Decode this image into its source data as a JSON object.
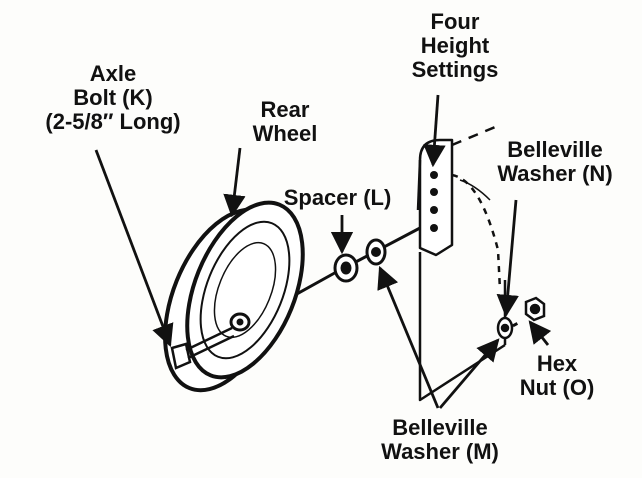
{
  "labels": {
    "axle_bolt": [
      "Axle",
      "Bolt (K)",
      "(2-5/8″ Long)"
    ],
    "rear_wheel": [
      "Rear",
      "Wheel"
    ],
    "four_height": [
      "Four",
      "Height",
      "Settings"
    ],
    "spacer": "Spacer (L)",
    "belleville_n": [
      "Belleville",
      "Washer (N)"
    ],
    "belleville_m": [
      "Belleville",
      "Washer (M)"
    ],
    "hex_nut": [
      "Hex",
      "Nut (O)"
    ]
  },
  "colors": {
    "ink": "#111111",
    "paper": "#fdfdfb"
  }
}
